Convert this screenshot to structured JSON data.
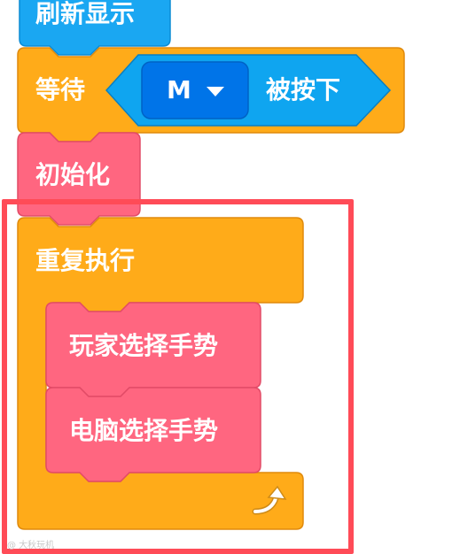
{
  "blocks": {
    "refresh_display": {
      "label": "刷新显示"
    },
    "wait_until_pressed": {
      "prefix": "等待",
      "key": "M",
      "suffix": "被按下"
    },
    "initialize": {
      "label": "初始化"
    },
    "repeat_forever": {
      "label": "重复执行"
    },
    "player_choose_gesture": {
      "label": "玩家选择手势"
    },
    "computer_choose_gesture": {
      "label": "电脑选择手势"
    }
  },
  "watermark": "@ 大秋玩机",
  "colors": {
    "looks_blue": "#1aa7f2",
    "control_orange": "#ffab19",
    "custom_pink": "#ff6680",
    "sensing_blue": "#0fa5f0",
    "dropdown_blue": "#0074e8",
    "highlight_red": "#ff4b57"
  }
}
